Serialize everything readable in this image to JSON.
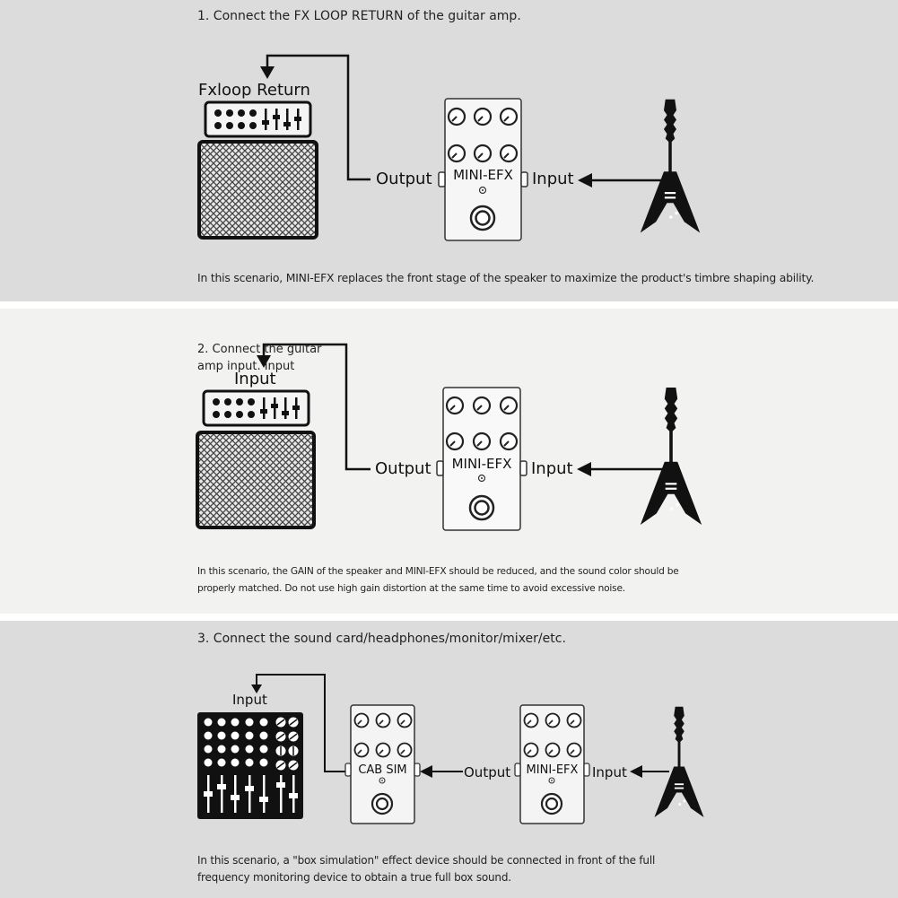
{
  "scenario1": {
    "heading": "1. Connect the FX LOOP RETURN of the guitar amp.",
    "amp_label": "Fxloop Return",
    "output_label": "Output",
    "input_label": "Input",
    "pedal_label": "MINI-EFX",
    "caption": "In this scenario, MINI-EFX replaces the front stage of the speaker to maximize the product's timbre shaping ability."
  },
  "scenario2": {
    "heading_line1": "2. Connect the guitar",
    "heading_line2": "amp input. Input",
    "amp_label": "Input",
    "output_label": "Output",
    "input_label": "Input",
    "pedal_label": "MINI-EFX",
    "caption_line1": "In this scenario, the GAIN of the speaker and MINI-EFX should be reduced, and the sound color should be",
    "caption_line2": "properly matched. Do not use high gain distortion at the same time to avoid excessive noise."
  },
  "scenario3": {
    "heading": "3. Connect the sound card/headphones/monitor/mixer/etc.",
    "mixer_label": "Input",
    "cab_label": "CAB SIM",
    "output_label": "Output",
    "pedal_label": "MINI-EFX",
    "input_label": "Input",
    "caption_line1": "In this scenario, a \"box simulation\" effect device should be connected in front of the full",
    "caption_line2": "frequency monitoring device to obtain a true full box sound."
  },
  "icons": {
    "amp": "guitar-amp-icon",
    "pedal": "effects-pedal-icon",
    "guitar": "electric-guitar-icon",
    "mixer": "mixer-console-icon",
    "arrow": "arrow-icon"
  },
  "colors": {
    "panel_grey": "#dcdcdc",
    "panel_light": "#f2f2f1",
    "ink": "#111111"
  }
}
